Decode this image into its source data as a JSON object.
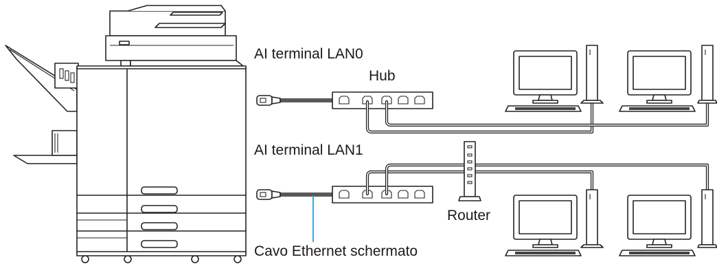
{
  "labels": {
    "lan0": "AI terminal LAN0",
    "hub": "Hub",
    "lan1": "AI terminal LAN1",
    "router": "Router",
    "cable": "Cavo Ethernet schermato"
  },
  "colors": {
    "line": "#222222",
    "leader": "#3fa7d8",
    "background": "#ffffff"
  },
  "icons": {
    "printer": "printer-icon",
    "hub": "hub-icon",
    "router": "router-icon",
    "computer": "desktop-computer-icon",
    "connector": "rj45-connector-icon"
  }
}
